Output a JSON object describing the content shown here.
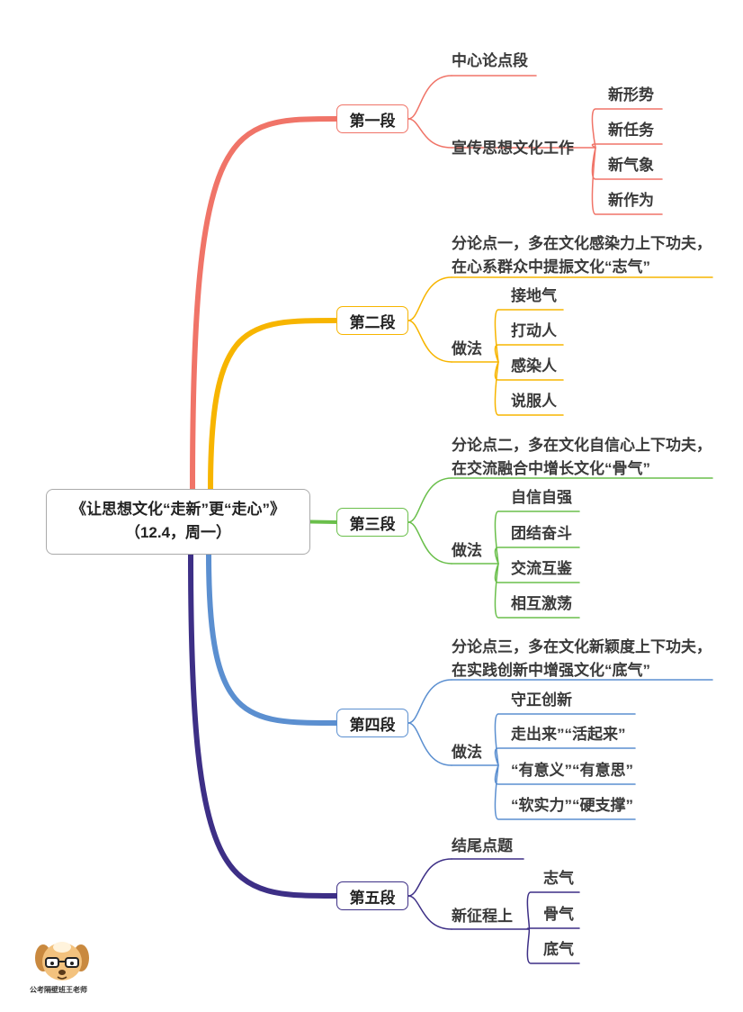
{
  "root": {
    "title": "《让思想文化“走新”更“走心”》",
    "subtitle": "（12.4，周一）"
  },
  "branches": [
    {
      "label": "第一段",
      "color": "#f07468",
      "items": [
        {
          "label": "中心论点段",
          "children": []
        },
        {
          "label": "宣传思想文化工作",
          "children": [
            "新形势",
            "新任务",
            "新气象",
            "新作为"
          ]
        }
      ]
    },
    {
      "label": "第二段",
      "color": "#f7b500",
      "items": [
        {
          "label": "分论点一，多在文化感染力上下功夫，在心系群众中提振文化“志气”",
          "children": []
        },
        {
          "label": "做法",
          "children": [
            "接地气",
            "打动人",
            "感染人",
            "说服人"
          ]
        }
      ]
    },
    {
      "label": "第三段",
      "color": "#6abf4b",
      "items": [
        {
          "label": "分论点二，多在文化自信心上下功夫，在交流融合中增长文化“骨气”",
          "children": []
        },
        {
          "label": "做法",
          "children": [
            "自信自强",
            "团结奋斗",
            "交流互鉴",
            "相互激荡"
          ]
        }
      ]
    },
    {
      "label": "第四段",
      "color": "#5b8fd0",
      "items": [
        {
          "label": "分论点三，多在文化新颖度上下功夫，在实践创新中增强文化“底气”",
          "children": []
        },
        {
          "label": "做法",
          "children": [
            "守正创新",
            "走出来”“活起来”",
            "“有意义”“有意思”",
            "“软实力”“硬支撑”"
          ]
        }
      ]
    },
    {
      "label": "第五段",
      "color": "#3d2f86",
      "items": [
        {
          "label": "结尾点题",
          "children": []
        },
        {
          "label": "新征程上",
          "children": [
            "志气",
            "骨气",
            "底气"
          ]
        }
      ]
    }
  ],
  "watermark": "公考隔壁班王老师"
}
